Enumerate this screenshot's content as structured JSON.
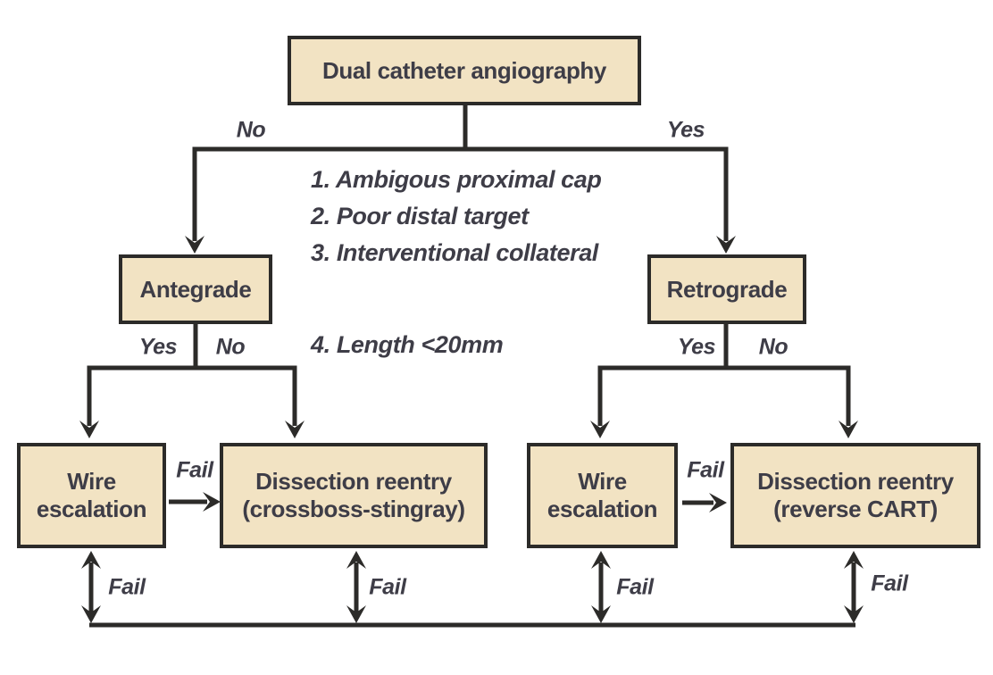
{
  "flowchart": {
    "root": {
      "label": "Dual catheter angiography",
      "no_label": "No",
      "yes_label": "Yes"
    },
    "criteria": {
      "items": [
        "1. Ambigous proximal cap",
        "2. Poor distal target",
        "3. Interventional collateral",
        "4. Length <20mm"
      ]
    },
    "antegrade": {
      "label": "Antegrade",
      "yes_label": "Yes",
      "no_label": "No",
      "wire_line1": "Wire",
      "wire_line2": "escalation",
      "fail_label": "Fail",
      "dissection_line1": "Dissection reentry",
      "dissection_line2": "(crossboss-stingray)",
      "wire_fail_label": "Fail",
      "dissection_fail_label": "Fail"
    },
    "retrograde": {
      "label": "Retrograde",
      "yes_label": "Yes",
      "no_label": "No",
      "wire_line1": "Wire",
      "wire_line2": "escalation",
      "fail_label": "Fail",
      "dissection_line1": "Dissection reentry",
      "dissection_line2": "(reverse CART)",
      "wire_fail_label": "Fail",
      "dissection_fail_label": "Fail"
    },
    "colors": {
      "box_fill": "#f2e3c3",
      "box_border": "#2c2b29",
      "line": "#2c2b29",
      "text": "#3e3d47"
    }
  }
}
